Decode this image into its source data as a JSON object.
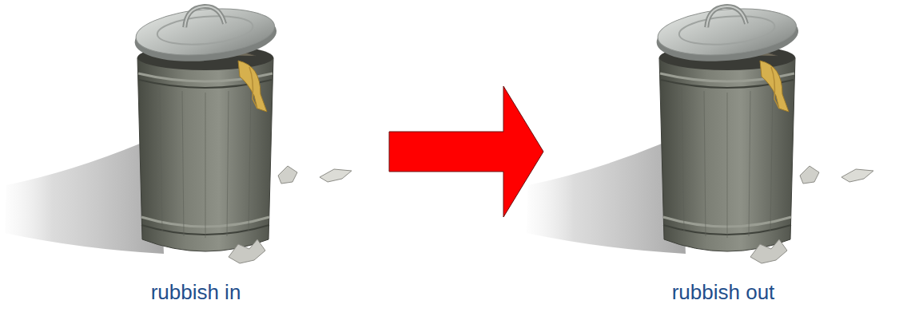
{
  "diagram": {
    "nodes": [
      {
        "text": [
          "rubbish in"
        ]
      },
      {
        "text": [
          "rubbish out"
        ]
      }
    ],
    "edges": [
      {
        "from": 0,
        "to": 1,
        "arrow": "to"
      }
    ]
  }
}
